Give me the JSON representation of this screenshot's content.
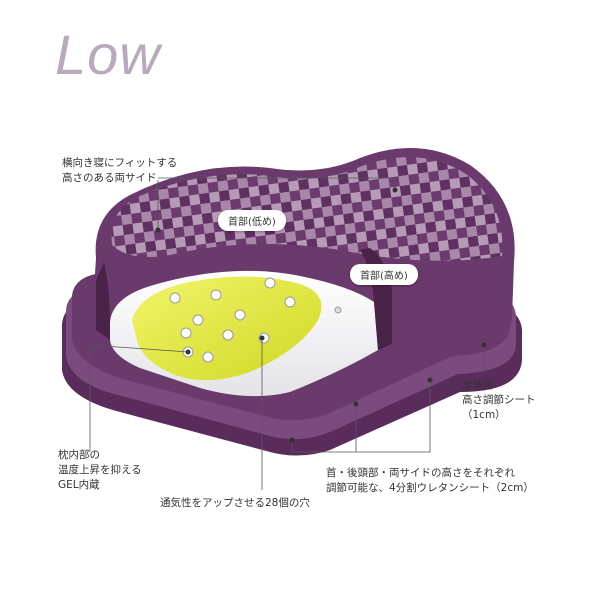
{
  "title": "Low",
  "colors": {
    "pillow_purple": "#6b3a6d",
    "pillow_dark": "#4a2348",
    "gel_yellow": "#e7ee3a",
    "title_lavender": "#b8aabc"
  },
  "labels": {
    "side_height": [
      "横向き寝にフィットする",
      "高さのある両サイド"
    ],
    "neck_low": "首部(低め)",
    "neck_high": "首部(高め)",
    "full_sheet": [
      "全体用",
      "高さ調節シート",
      "（1cm）"
    ],
    "gel": [
      "枕内部の",
      "温度上昇を抑える",
      "GEL内蔵"
    ],
    "urethane": [
      "首・後頭部・両サイドの高さをそれぞれ",
      "調節可能な、4分割ウレタンシート（2cm）"
    ],
    "holes": "通気性をアップさせる28個の穴"
  }
}
